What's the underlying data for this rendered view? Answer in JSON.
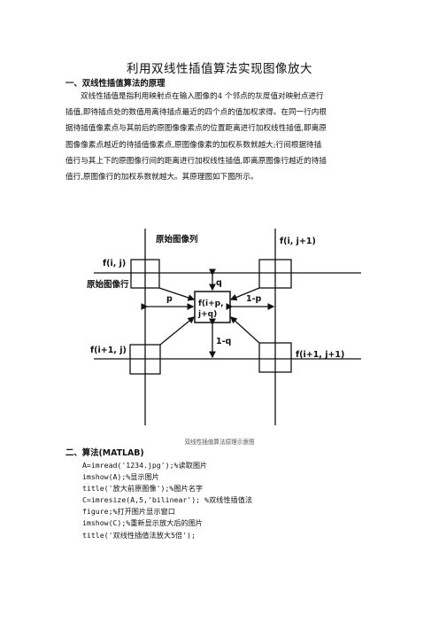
{
  "document": {
    "title": "利用双线性插值算法实现图像放大",
    "section1": {
      "heading": "一、双线性插值算法的原理",
      "lines": [
        "双线性插值是指利用映射点在输入图像的4 个邻点的灰度值对映射点进行",
        "插值,即待插点处的数值用离待插点最近的四个点的值加权求得。在同一行内根",
        "据待插值像素点与其前后的原图像像素点的位置距离进行加权线性插值,即离原",
        "图像像素点越近的待插值像素点,原图像像素的加权系数就越大;行间根据待插",
        "值行与其上下的原图像行间的距离进行加权线性插值,即离原图像行越近的待插",
        "值行,原图像行的加权系数就越大。其原理图如下图所示。"
      ]
    },
    "figure": {
      "label_col": "原始图像列",
      "label_row": "原始图像行",
      "f_ij": "f(i, j)",
      "f_ij1": "f(i, j+1)",
      "f_i1j": "f(i+1, j)",
      "f_i1j1": "f(i+1, j+1)",
      "center_line1": "f(i+p,",
      "center_line2": "j+q)",
      "q": "q",
      "p": "p",
      "one_minus_p": "1-p",
      "one_minus_q": "1-q",
      "caption": "双线性插值算法原理示意图"
    },
    "section2": {
      "heading": "二、算法(MATLAB)",
      "code": [
        "A=imread('1234.jpg');%读取图片",
        "imshow(A);%显示图片",
        "title('放大前原图像');%图片名字",
        "C=imresize(A,5,'bilinear'); %双线性插值法",
        "figure;%打开图片显示窗口",
        "imshow(C);%重新显示放大后的图片",
        "title('双线性插值法放大5倍');"
      ]
    }
  }
}
